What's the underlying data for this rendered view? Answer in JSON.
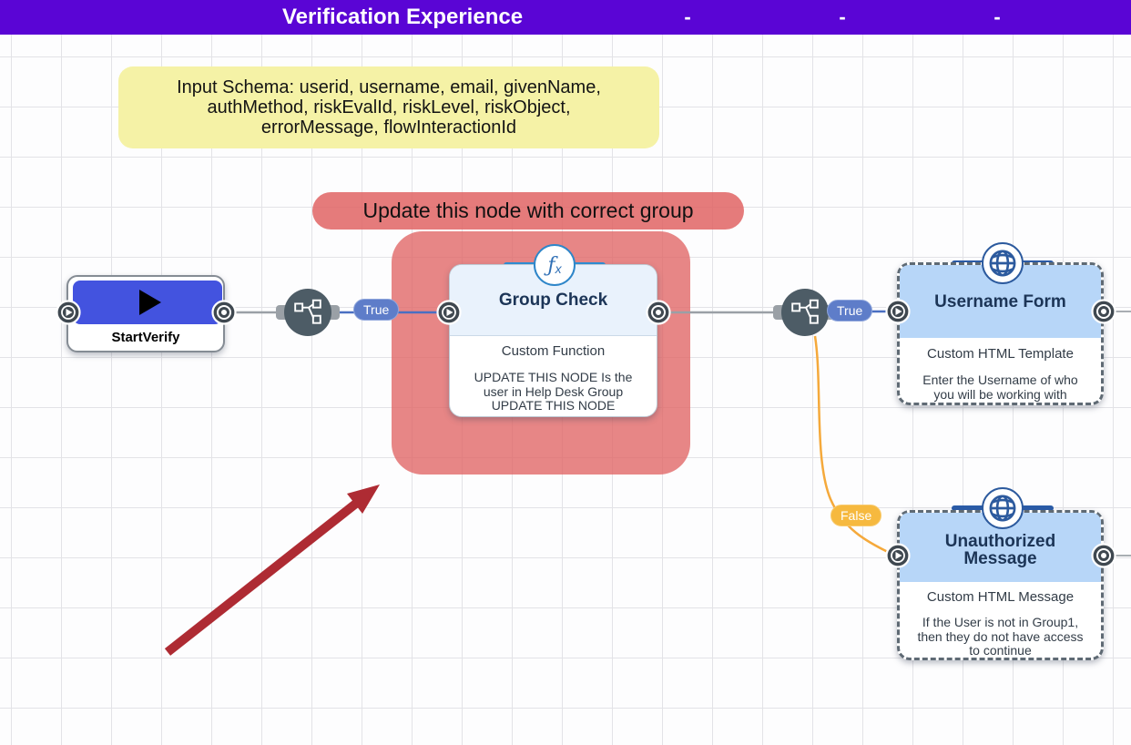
{
  "header": {
    "title": "Verification Experience",
    "dash1": "-",
    "dash2": "-",
    "dash3": "-"
  },
  "sticky_note": {
    "line1": "Input Schema: userid, username, email, givenName,",
    "line2": "authMethod, riskEvalId, riskLevel, riskObject,",
    "line3": "errorMessage, flowInteractionId"
  },
  "annotation": {
    "label": "Update this node with correct group"
  },
  "nodes": {
    "start_verify": {
      "title": "StartVerify"
    },
    "group_check": {
      "title": "Group Check",
      "subtitle": "Custom Function",
      "desc_line1": "UPDATE THIS NODE Is the",
      "desc_line2": "user in Help Desk Group",
      "desc_line3": "UPDATE THIS NODE",
      "icon": "function-fx"
    },
    "username_form": {
      "title": "Username Form",
      "subtitle": "Custom HTML Template",
      "desc_line1": "Enter the Username of who",
      "desc_line2": "you will be working with",
      "icon": "globe"
    },
    "unauthorized_message": {
      "title": "Unauthorized Message",
      "subtitle": "Custom HTML Message",
      "desc_line1": "If the User is not in Group1,",
      "desc_line2": "then they do not have access",
      "desc_line3": "to continue",
      "icon": "globe"
    }
  },
  "edges": {
    "true_label_1": "True",
    "true_label_2": "True",
    "false_label": "False"
  },
  "icons": {
    "fx_main": "ƒ",
    "fx_sub": "x"
  },
  "colors": {
    "header_bg": "#5A05D5",
    "note_bg": "#F5F2A6",
    "annotation_red": "#E06464",
    "true_pill": "#5E7DC9",
    "false_pill": "#F6B93F",
    "start_node_blue": "#4353DF",
    "group_check_header_bg": "#E9F2FC",
    "html_node_header_bg": "#B7D6F8",
    "node_title": "#1C3557",
    "wire_gray": "#9AA0A6",
    "wire_blue": "#4A6FC2",
    "wire_orange": "#F5A93B",
    "arrow_red": "#AE2B33",
    "connector_bg": "#4D5C66"
  }
}
